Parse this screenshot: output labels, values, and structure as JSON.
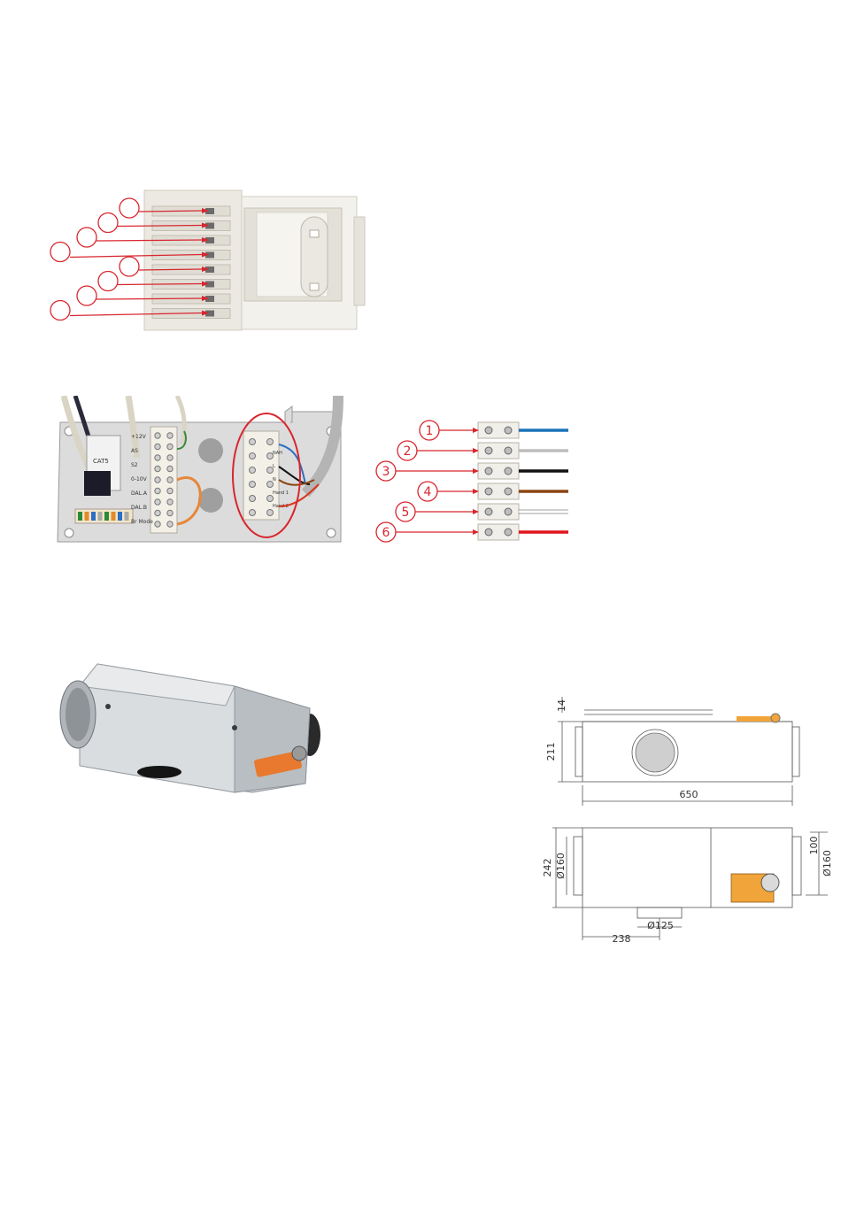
{
  "colors": {
    "callout_red": "#d8262e",
    "plastic": "#f1efe9",
    "metal": "#c9cdd1",
    "actuator_orange": "#e8792f",
    "drawing_orange": "#f0a43a"
  },
  "connector_callouts": {
    "count": 8
  },
  "terminal_legend": {
    "numbers": [
      "1",
      "2",
      "3",
      "4",
      "5",
      "6"
    ],
    "wire_colors": [
      "#1a73b8",
      "#bdbdbd",
      "#111111",
      "#8b4513",
      "#ffffff",
      "#e0141c"
    ]
  },
  "board_labels": {
    "left_block": [
      "+12V",
      "AS",
      "S2",
      "0-10V",
      "DAL.A",
      "DAL.B",
      "Br Mode"
    ],
    "cable": "CAT5",
    "right_block": [
      "NAH",
      "L",
      "N",
      "Hand 1",
      "Hand 2"
    ]
  },
  "dimensions": {
    "d14": "14",
    "d211": "211",
    "d650": "650",
    "d242": "242",
    "d160_left": "Ø160",
    "d100": "100",
    "d160_right": "Ø160",
    "d125": "Ø125",
    "d238": "238"
  },
  "icons": [
    "connector-photo",
    "terminal-board-photo",
    "terminal-strip-diagram",
    "damper-unit-photo",
    "dimension-drawing"
  ]
}
